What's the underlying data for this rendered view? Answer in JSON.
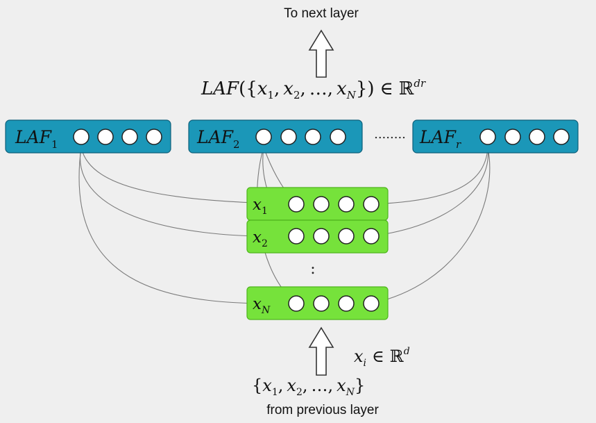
{
  "top_label": "To next layer",
  "bottom_label": "from previous layer",
  "output": {
    "laf": "LAF",
    "open_paren": "({",
    "x1": "x",
    "x1_sub": "1",
    "x2": "x",
    "x2_sub": "2",
    "sep": ",",
    "dots": "…",
    "xN": "x",
    "xN_sub": "N",
    "close": "})",
    "in": "∈",
    "R": "ℝ",
    "sup": "dr"
  },
  "input_set": {
    "open": "{",
    "x1": "x",
    "x1_sub": "1",
    "x2": "x",
    "x2_sub": "2",
    "sep": ",",
    "dots": "…",
    "xN": "x",
    "xN_sub": "N",
    "close": "}"
  },
  "xi_label": {
    "x": "x",
    "sub": "i",
    "in": "∈",
    "R": "ℝ",
    "sup": "d"
  },
  "laf_blocks": [
    {
      "name": "LAF",
      "sub": "1"
    },
    {
      "name": "LAF",
      "sub": "2"
    },
    {
      "name": "LAF",
      "sub": "r"
    }
  ],
  "laf_gap": "........",
  "inputs": [
    {
      "name": "x",
      "sub": "1"
    },
    {
      "name": "x",
      "sub": "2"
    },
    {
      "name": "x",
      "sub": "N"
    }
  ],
  "input_gap": ":",
  "colors": {
    "laf_fill": "#1b97b8",
    "laf_stroke": "#0e5f7a",
    "input_fill": "#76e23b",
    "input_stroke": "#4fb51e",
    "node_fill": "#ffffff",
    "edge": "#7a7a7a",
    "arrow_stroke": "#333333"
  }
}
